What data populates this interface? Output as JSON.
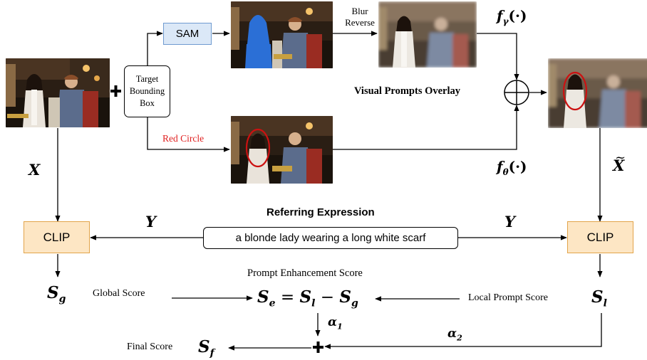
{
  "nodes": {
    "sam": "SAM",
    "target_box": "Target Bounding Box",
    "clip_left": "CLIP",
    "clip_right": "CLIP",
    "referring_title": "Referring Expression",
    "referring_text": "a blonde lady wearing a long white scarf"
  },
  "edge_labels": {
    "blur_reverse_line1": "Blur",
    "blur_reverse_line2": "Reverse",
    "red_circle": "Red Circle",
    "visual_prompts_overlay": "Visual Prompts Overlay",
    "f_gamma": "f",
    "f_gamma_sub": "γ",
    "f_gamma_arg": "(·)",
    "f_theta": "f",
    "f_theta_sub": "θ",
    "f_theta_arg": "(·)",
    "x_left": "X",
    "x_tilde": "X",
    "y_left": "Y",
    "y_right": "Y",
    "alpha1": "α",
    "alpha1_sub": "1",
    "alpha2": "α",
    "alpha2_sub": "2"
  },
  "scores": {
    "prompt_enhancement_title": "Prompt Enhancement Score",
    "global_label": "Global Score",
    "local_label": "Local Prompt Score",
    "final_label": "Final Score",
    "s_g": "S",
    "s_g_sub": "g",
    "s_l": "S",
    "s_l_sub": "l",
    "s_f": "S",
    "s_f_sub": "f",
    "eq_se": "S",
    "eq_se_sub": "e",
    "eq_equals": " = ",
    "eq_sl": "S",
    "eq_sl_sub": "l",
    "eq_minus": " − ",
    "eq_sg": "S",
    "eq_sg_sub": "g"
  },
  "colors": {
    "sam_fill": "#dbe8f7",
    "sam_border": "#6f9bd0",
    "clip_fill": "#fde6c4",
    "clip_border": "#e2a44a",
    "red_circle_text": "#e02020",
    "red_circle_ellipse": "#cc1111",
    "line": "#000000"
  }
}
